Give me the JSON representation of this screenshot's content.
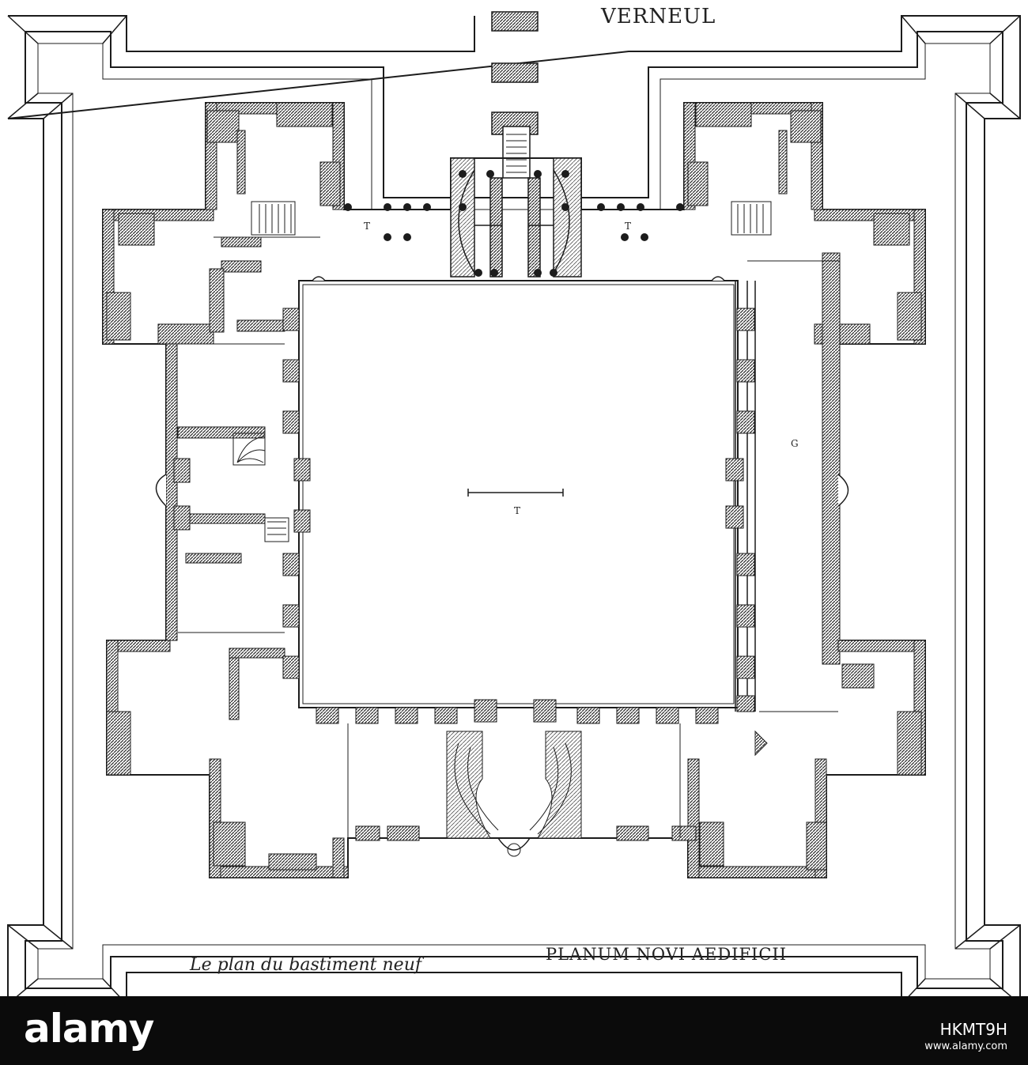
{
  "title": "VERNEUL",
  "caption_fr": "Le plan du bastiment neuf",
  "caption_la": "PLANUM NOVI AEDIFICII",
  "labels": {
    "front_left_gallery": "T",
    "front_right_gallery": "T",
    "courtyard": "T",
    "east_gallery": "G"
  },
  "footer": {
    "logo": "alamy",
    "image_id": "HKMT9H",
    "website": "www.alamy.com"
  },
  "colors": {
    "ink": "#1c1c1c",
    "paper": "#ffffff",
    "wall_hatch": "#2b2b2b",
    "footer": "#0b0b0b"
  }
}
